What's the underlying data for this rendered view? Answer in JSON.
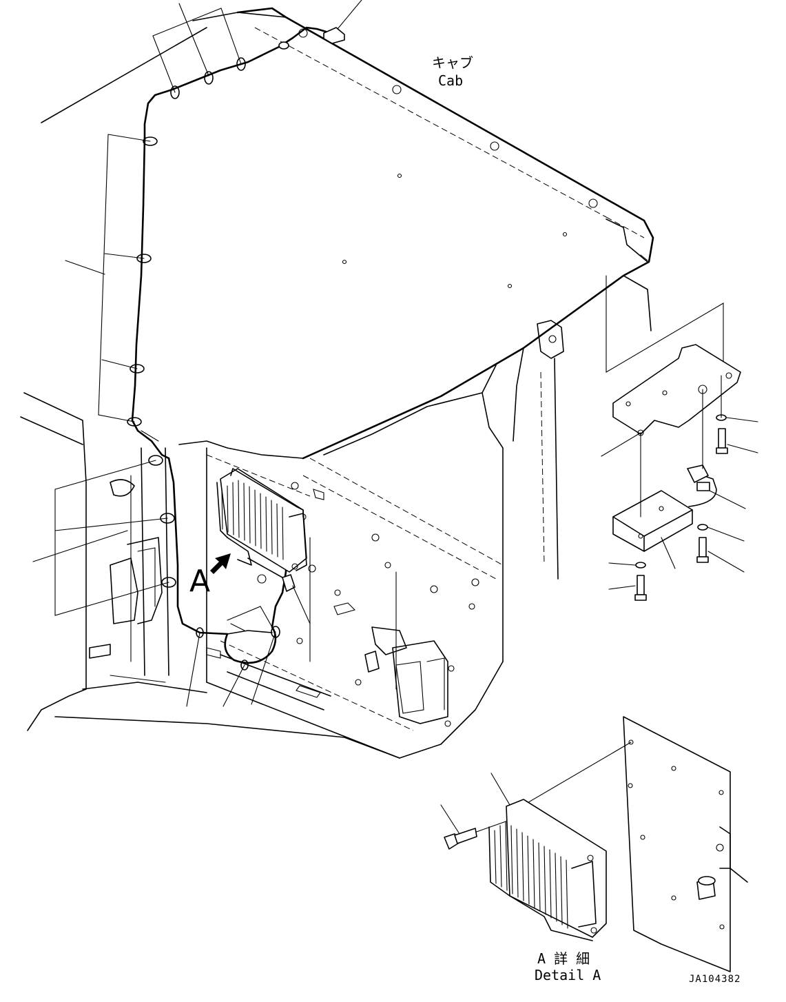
{
  "labels": {
    "cab_jp": "キャブ",
    "cab_en": "Cab",
    "view_marker": "A",
    "detail_jp": "A 詳 細",
    "detail_en": "Detail A",
    "drawing_code": "JA104382"
  },
  "icons": {
    "view_arrow": "view-direction-arrow"
  }
}
